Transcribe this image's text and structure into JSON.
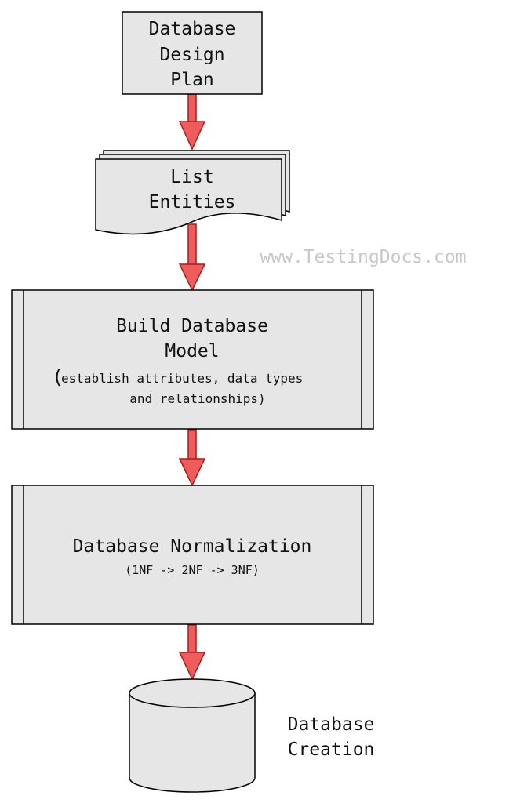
{
  "diagram": {
    "watermark": "www.TestingDocs.com",
    "nodes": {
      "plan": {
        "shape": "process",
        "lines": [
          "Database",
          "Design",
          "Plan"
        ]
      },
      "entities": {
        "shape": "multi-document",
        "lines": [
          "List",
          "Entities"
        ]
      },
      "model": {
        "shape": "predefined-process",
        "title_lines": [
          "Build Database",
          "Model"
        ],
        "detail_paren": "(",
        "detail_lines": [
          "establish attributes, data types",
          "and relationships)"
        ]
      },
      "normalization": {
        "shape": "predefined-process",
        "title": "Database Normalization",
        "subtitle": "(1NF -> 2NF -> 3NF)"
      },
      "creation": {
        "shape": "database-cylinder",
        "label_lines": [
          "Database",
          "Creation"
        ]
      }
    },
    "edges": [
      {
        "from": "plan",
        "to": "entities"
      },
      {
        "from": "entities",
        "to": "model"
      },
      {
        "from": "model",
        "to": "normalization"
      },
      {
        "from": "normalization",
        "to": "creation"
      }
    ],
    "colors": {
      "box_fill": "#e6e6e6",
      "stroke": "#000000",
      "arrow_fill": "#f05b5b",
      "arrow_stroke": "#a31f1f",
      "text": "#111111",
      "watermark": "#c8c8c8"
    }
  }
}
